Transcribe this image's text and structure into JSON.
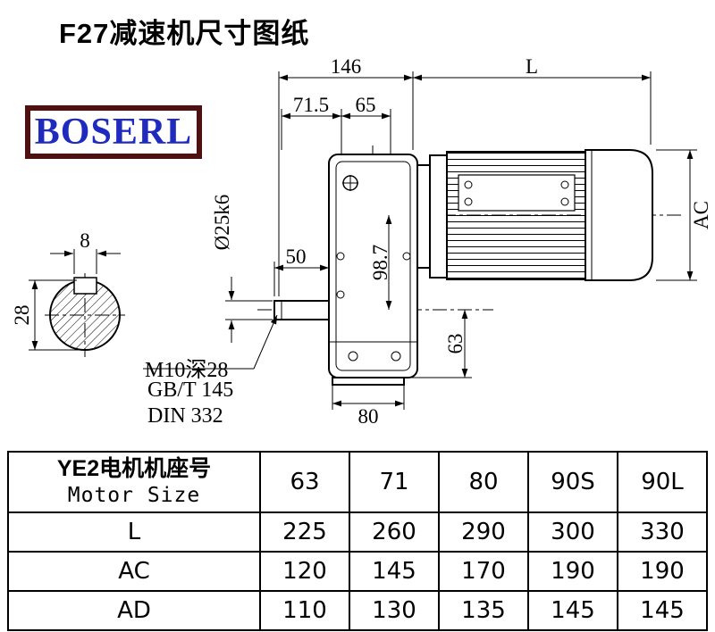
{
  "page": {
    "title": "F27减速机尺寸图纸",
    "logo_text": "BOSERL"
  },
  "drawing": {
    "dims": {
      "d146": "146",
      "dL": "L",
      "d71_5": "71.5",
      "d65": "65",
      "shaft_dia": "Ø25k6",
      "d50": "50",
      "d98_7": "98.7",
      "dAC": "AC",
      "d63": "63",
      "d80": "80",
      "key_width": "8",
      "d28": "28"
    },
    "notes": {
      "tap": "M10深28",
      "gb": "GB/T 145",
      "din": "DIN 332"
    }
  },
  "table": {
    "header": {
      "motor_cn": "YE2电机机座号",
      "motor_en": "Motor Size",
      "sizes": [
        "63",
        "71",
        "80",
        "90S",
        "90L"
      ]
    },
    "rows": [
      {
        "label": "L",
        "values": [
          "225",
          "260",
          "290",
          "300",
          "330"
        ]
      },
      {
        "label": "AC",
        "values": [
          "120",
          "145",
          "170",
          "190",
          "190"
        ]
      },
      {
        "label": "AD",
        "values": [
          "110",
          "130",
          "135",
          "145",
          "145"
        ]
      }
    ]
  }
}
